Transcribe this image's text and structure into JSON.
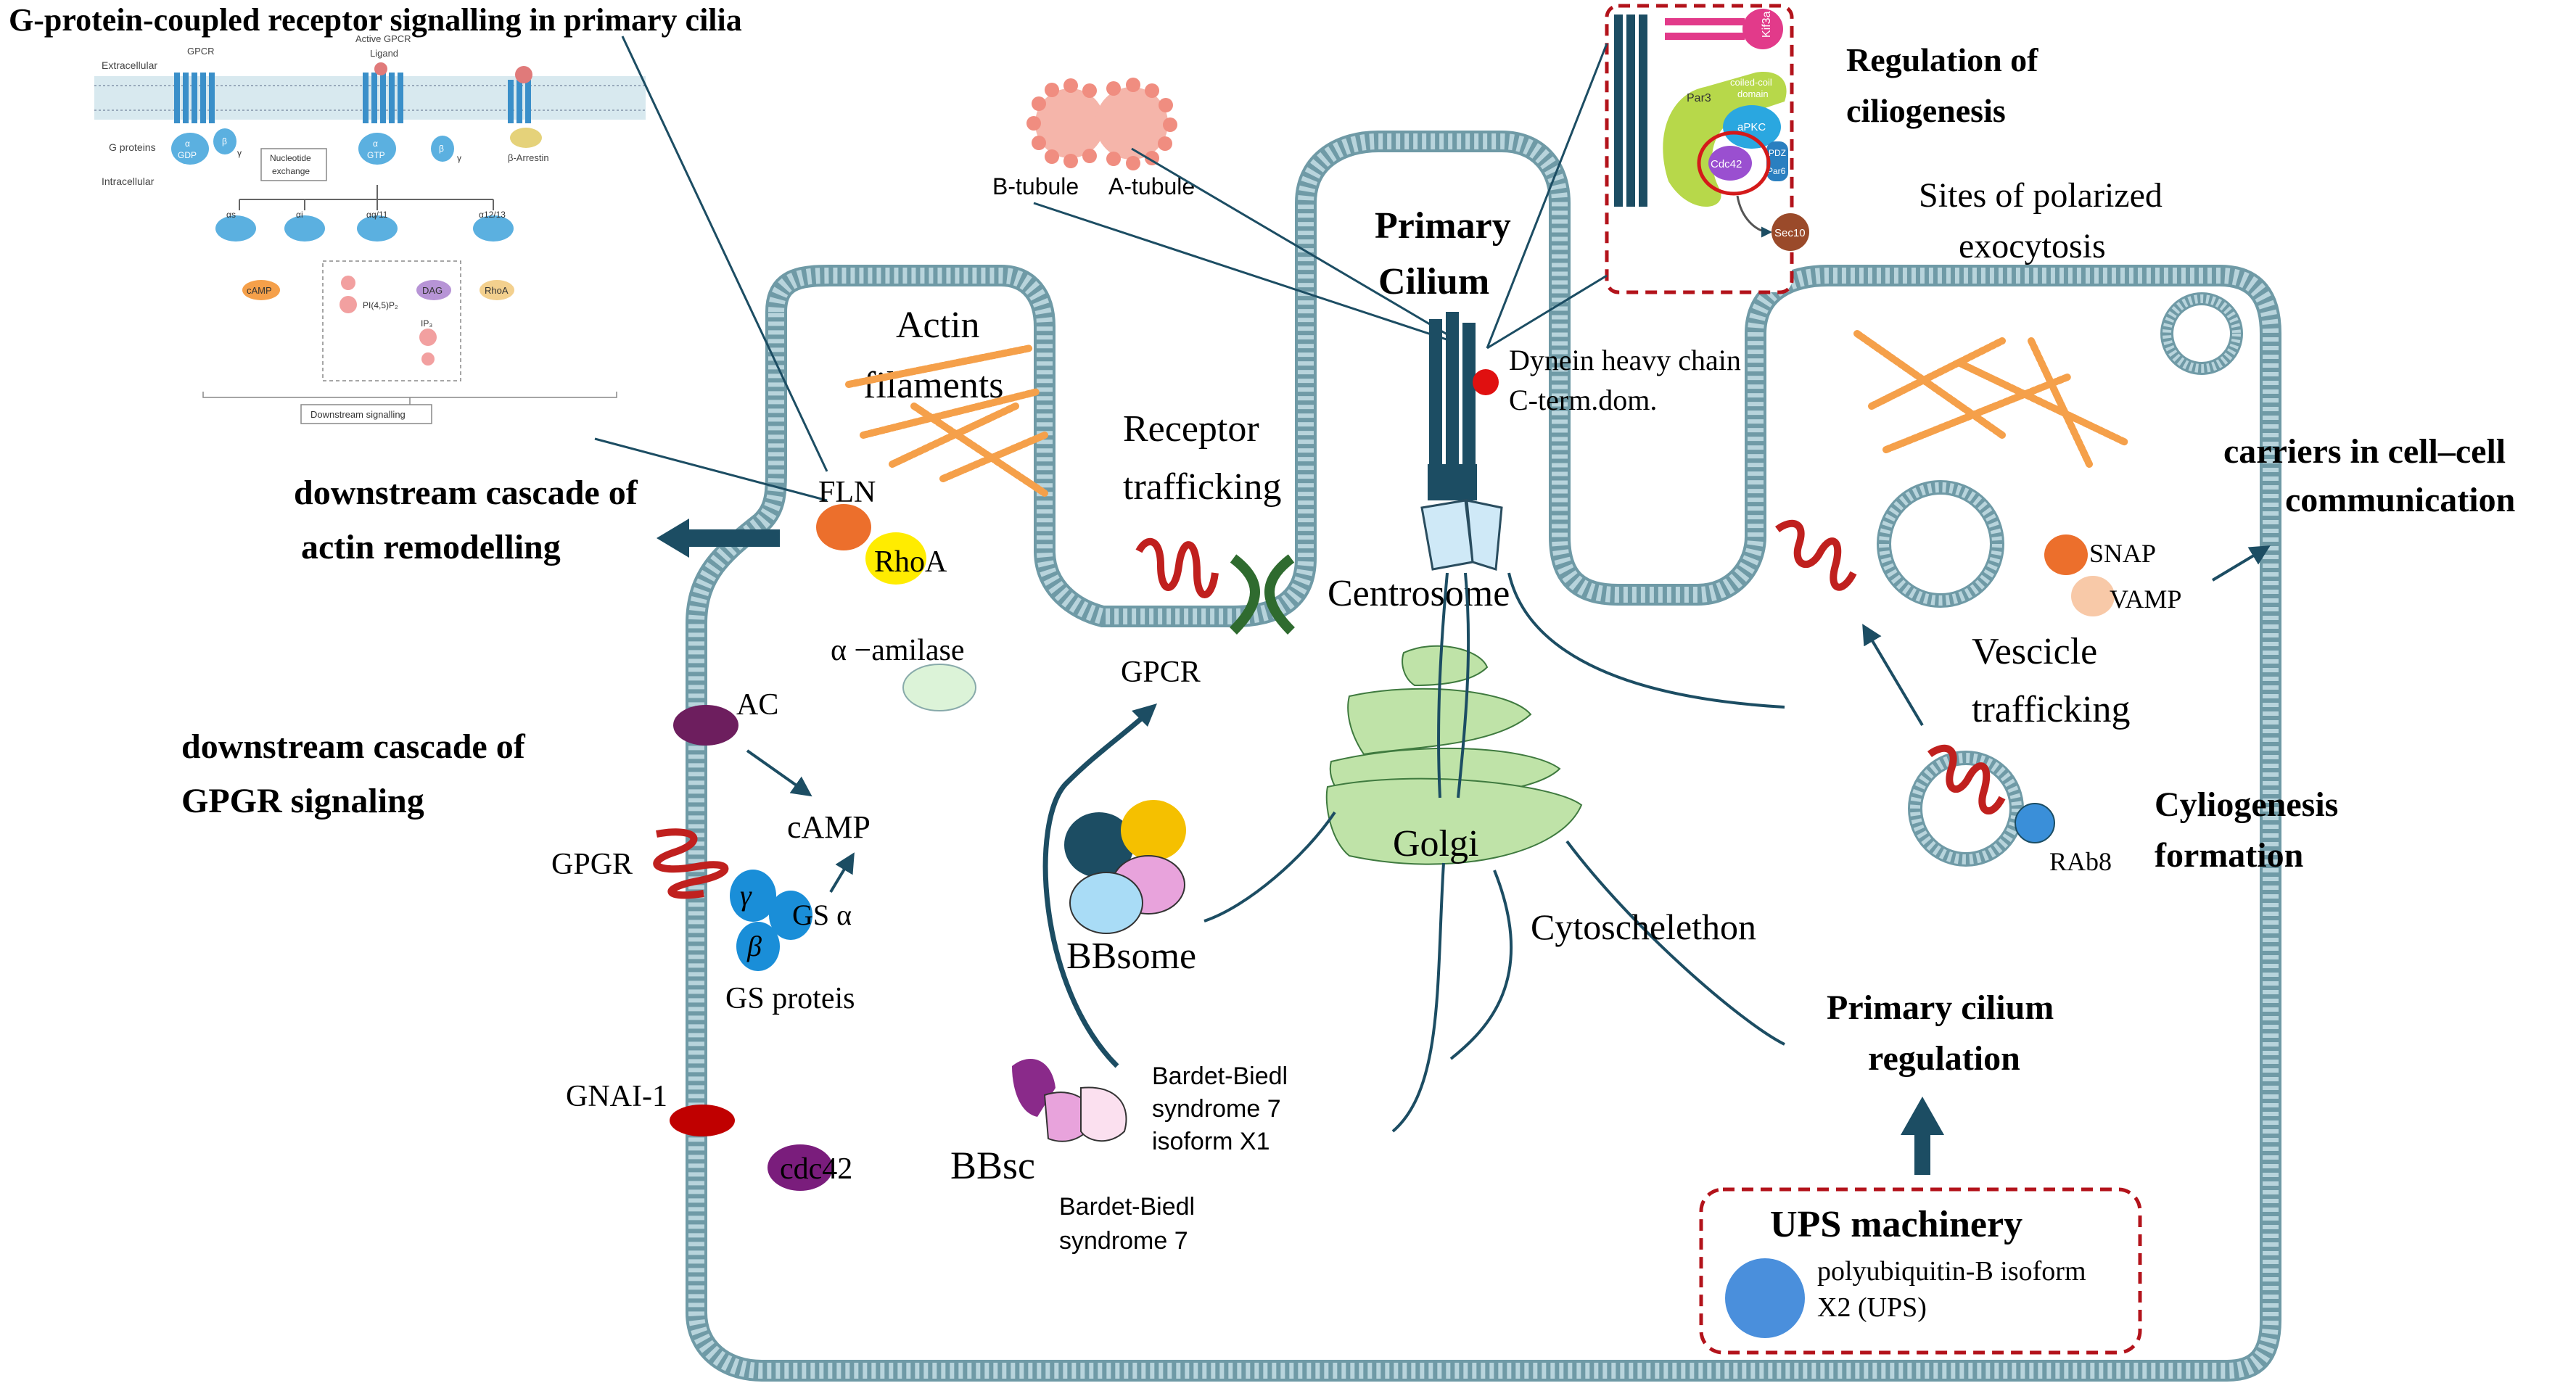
{
  "title": "G-protein-coupled receptor signalling in primary cilia",
  "inset_gpcr": {
    "extracellular": "Extracellular",
    "intracellular": "Intracellular",
    "g_proteins": "G proteins",
    "gpcr": "GPCR",
    "active_gpcr": "Active GPCR",
    "ligand": "Ligand",
    "gdp": "GDP",
    "gtp": "GTP",
    "alpha": "α",
    "beta": "β",
    "gamma": "γ",
    "nucleotide_exchange_1": "Nucleotide",
    "nucleotide_exchange_2": "exchange",
    "beta_arrestin": "β-Arrestin",
    "alpha_s": "αs",
    "alpha_i": "αi",
    "alpha_q": "αq/11",
    "alpha_12": "α12/13",
    "camp": "cAMP",
    "dag": "DAG",
    "pip2": "PI(4,5)P₂",
    "ip3": "IP₃",
    "rhoa": "RhoA",
    "downstream": "Downstream signalling"
  },
  "inset_cilio": {
    "kif3a": "Kif3a",
    "par3": "Par3",
    "coiled_coil_1": "coiled-coil",
    "coiled_coil_2": "domain",
    "apkc": "aPKC",
    "cdc42": "Cdc42",
    "pdz": "PDZ",
    "par6": "Par6",
    "sec10": "Sec10"
  },
  "labels": {
    "regulation_1": "Regulation of",
    "regulation_2": "ciliogenesis",
    "b_tubule": "B-tubule",
    "a_tubule": "A-tubule",
    "primary_1": "Primary",
    "primary_2": "Cilium",
    "dynein_1": "Dynein heavy chain",
    "dynein_2": "C-term.dom.",
    "sites_1": "Sites of polarized",
    "sites_2": "exocytosis",
    "carriers_1": "carriers in cell–cell",
    "carriers_2": "communication",
    "snap": "SNAP",
    "vamp": "VAMP",
    "vesicle_1": "Vescicle",
    "vesicle_2": "trafficking",
    "cylio_1": "Cyliogenesis",
    "cylio_2": "formation",
    "rab8": "RAb8",
    "actin_1": "Actin",
    "actin_2": "filaments",
    "receptor_1": "Receptor",
    "receptor_2": "trafficking",
    "centrosome": "Centrosome",
    "gpcr": "GPCR",
    "fln": "FLN",
    "rhoa": "RhoA",
    "amilase": "α −amilase",
    "actin_cascade_1": "downstream cascade of",
    "actin_cascade_2": "actin remodelling",
    "ac": "AC",
    "gpgr_cascade_1": "downstream cascade of",
    "gpgr_cascade_2": "GPGR signaling",
    "camp": "cAMP",
    "gpgr": "GPGR",
    "gamma": "γ",
    "beta": "β",
    "gs_alpha": "GS α",
    "gs_proteins": "GS proteis",
    "gnai": "GNAI-1",
    "cdc42": "cdc42",
    "bbsome": "BBsome",
    "golgi": "Golgi",
    "cytoskeleton": "Cytoschelethon",
    "bbs7x1_1": "Bardet-Biedl",
    "bbs7x1_2": "syndrome 7",
    "bbs7x1_3": "isoform X1",
    "bbsc": "BBsc",
    "bbs7_1": "Bardet-Biedl",
    "bbs7_2": "syndrome 7",
    "pc_reg_1": "Primary cilium",
    "pc_reg_2": "regulation",
    "ups": "UPS machinery",
    "polyub_1": "polyubiquitin-B isoform",
    "polyub_2": "X2 (UPS)"
  },
  "colors": {
    "membrane": "#8fb7c2",
    "cilium": "#1c4d63",
    "arrow": "#1c4d63",
    "actin": "#f5a04a",
    "gpcr_red": "#c0201e",
    "golgi": "#bfe3a8",
    "dashed_red": "#b3131b"
  }
}
